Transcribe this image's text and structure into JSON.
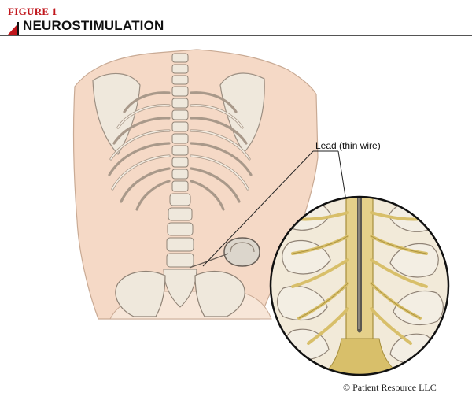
{
  "figure": {
    "number": "FIGURE 1",
    "title": "NEUROSTIMULATION",
    "accent_color": "#c0161c"
  },
  "illustration": {
    "callout_label": "Lead (thin wire)",
    "copyright": "© Patient Resource LLC",
    "colors": {
      "skin": "#f5d9c6",
      "bone": "#ece6d8",
      "nerve": "#d8bf6a",
      "outline": "#6a6058"
    }
  }
}
